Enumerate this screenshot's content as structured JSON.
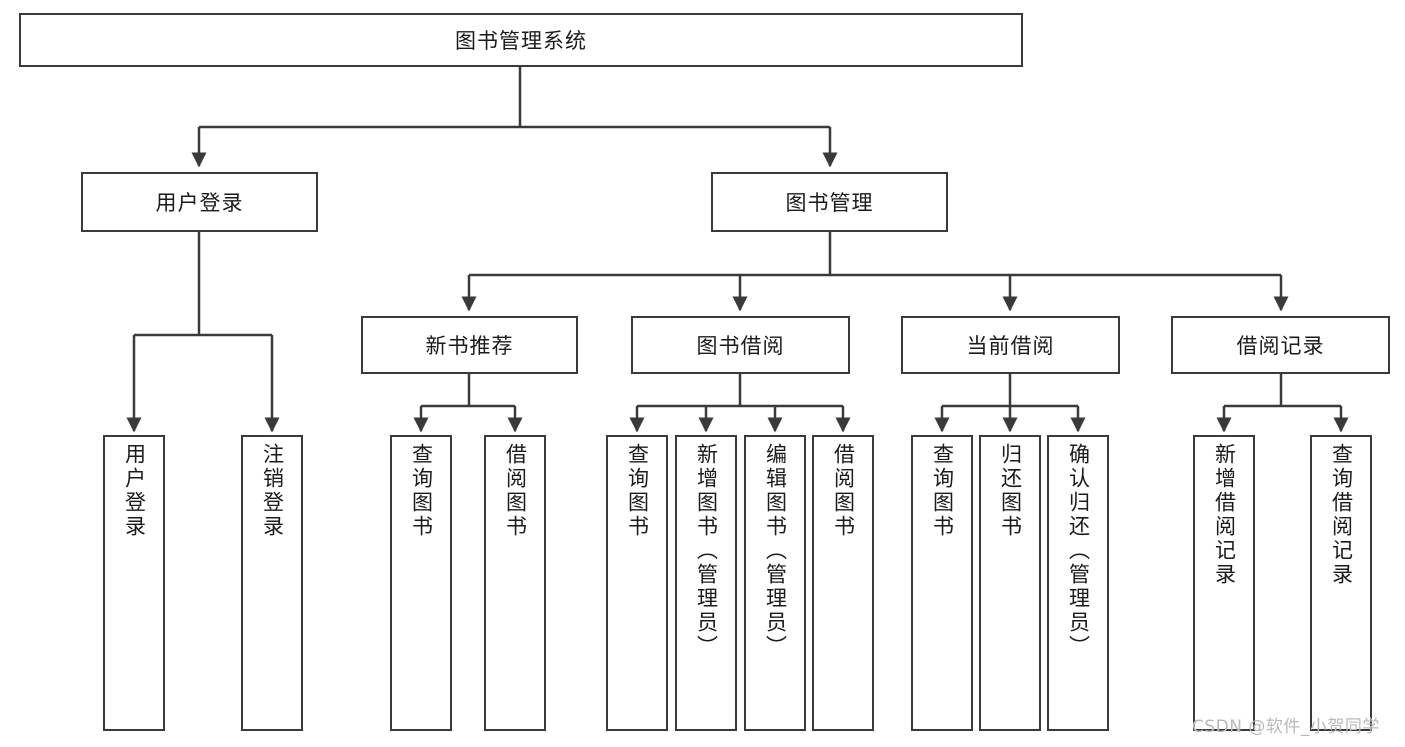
{
  "diagram": {
    "title": "图书管理系统",
    "type": "tree-hierarchy-diagram",
    "root": {
      "label": "图书管理系统"
    },
    "level2": [
      {
        "label": "用户登录"
      },
      {
        "label": "图书管理"
      }
    ],
    "level3": [
      {
        "label": "新书推荐"
      },
      {
        "label": "图书借阅"
      },
      {
        "label": "当前借阅"
      },
      {
        "label": "借阅记录"
      }
    ],
    "leaves": {
      "user_login": [
        {
          "label": "用户登录"
        },
        {
          "label": "注销登录"
        }
      ],
      "new_book_recommend": [
        {
          "label": "查询图书"
        },
        {
          "label": "借阅图书"
        }
      ],
      "book_borrow": [
        {
          "label": "查询图书"
        },
        {
          "label": "新增图书（管理员）"
        },
        {
          "label": "编辑图书（管理员）"
        },
        {
          "label": "借阅图书"
        }
      ],
      "current_borrow": [
        {
          "label": "查询图书"
        },
        {
          "label": "归还图书"
        },
        {
          "label": "确认归还（管理员）"
        }
      ],
      "borrow_record": [
        {
          "label": "新增借阅记录"
        },
        {
          "label": "查询借阅记录"
        }
      ]
    }
  },
  "watermark": {
    "text": "CSDN @软件_小贺同学"
  },
  "colors": {
    "stroke": "#3a3a3a",
    "background": "#ffffff",
    "text": "#1b1b1b",
    "watermark": "#b9b9b9"
  }
}
